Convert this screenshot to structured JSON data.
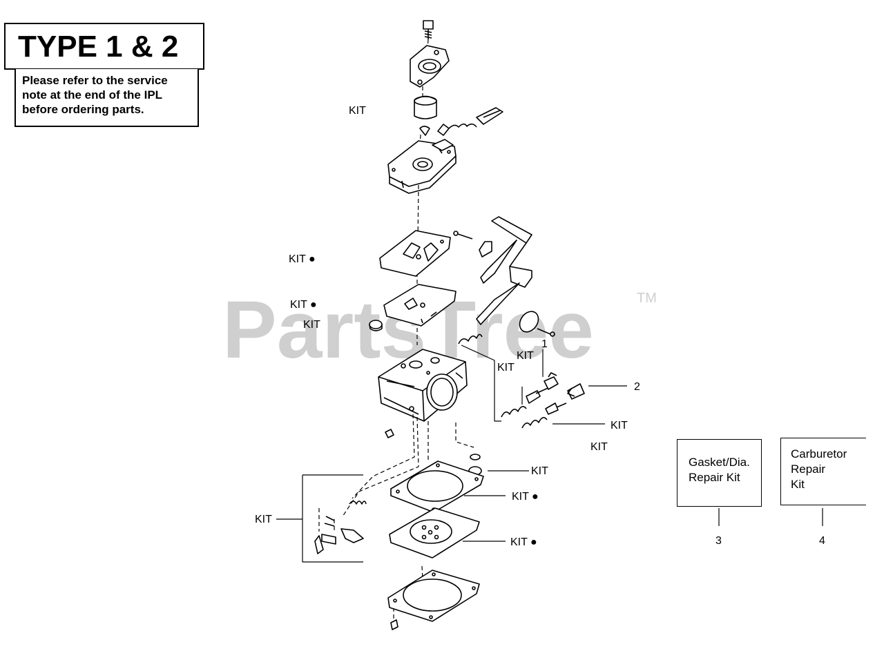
{
  "header": {
    "type_label": "TYPE 1 & 2",
    "service_note": "Please  refer  to the service\nnote  at the end of the IPL\nbefore ordering  parts."
  },
  "watermark": {
    "text": "PartsTree",
    "trademark": "TM"
  },
  "callouts": {
    "kit": "KIT",
    "kit_dot": "KIT ●",
    "item_1": "1",
    "item_2": "2",
    "item_3": "3",
    "item_4": "4"
  },
  "legend": {
    "gasket_kit": "Gasket/Dia.\nRepair Kit",
    "carburetor_kit": "Carburetor\nRepair\nKit",
    "gasket_kit_number": "3",
    "carburetor_kit_number": "4"
  },
  "colors": {
    "line": "#000000",
    "watermark": "#c8c8c8",
    "background": "#ffffff"
  }
}
